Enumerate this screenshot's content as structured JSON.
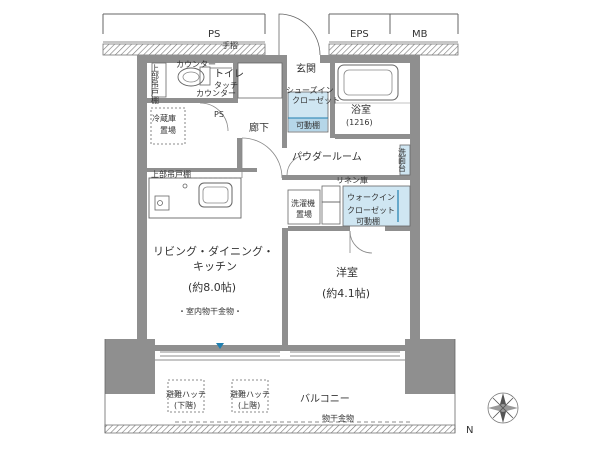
{
  "rooms": {
    "ps_top": "PS",
    "handrail": "手摺",
    "eps": "EPS",
    "mb": "MB",
    "upper_cabinet_vertical": "上部吊戸棚",
    "counter": "カウンター",
    "toilet": "トイレ",
    "touchless_counter_1": "タッチ",
    "touchless_counter_2": "カウンター",
    "ps_mid": "PS",
    "entrance": "玄関",
    "shoes_in_closet_1": "シューズイン",
    "shoes_in_closet_2": "クローゼット",
    "movable_shelf_1": "可動棚",
    "bath": "浴室",
    "bath_size": "(1216)",
    "corridor": "廊下",
    "fridge_1": "冷蔵庫",
    "fridge_2": "置場",
    "powder_room": "パウダールーム",
    "washbasin": "洗面台",
    "linen": "リネン庫",
    "upper_cabinet": "上部吊戸棚",
    "laundry_1": "洗濯機",
    "laundry_2": "置場",
    "walkin_1": "ウォークイン",
    "walkin_2": "クローゼット",
    "movable_shelf_2": "可動棚",
    "ldk_1": "リビング・ダイニング・",
    "ldk_2": "キッチン",
    "ldk_size": "(約8.0帖)",
    "indoor_drying": "・室内物干金物・",
    "western_room": "洋室",
    "western_size": "(約4.1帖)",
    "hatch_1a": "避難ハッチ",
    "hatch_1b": "(下階)",
    "hatch_2a": "避難ハッチ",
    "hatch_2b": "(上階)",
    "balcony": "バルコニー",
    "drying_rack": "物干金物",
    "compass_n": "N"
  },
  "colors": {
    "wall": "#8f8f8f",
    "line": "#555555",
    "closet": "#cfe6f2",
    "shelf_box": "#1f7fb0"
  }
}
